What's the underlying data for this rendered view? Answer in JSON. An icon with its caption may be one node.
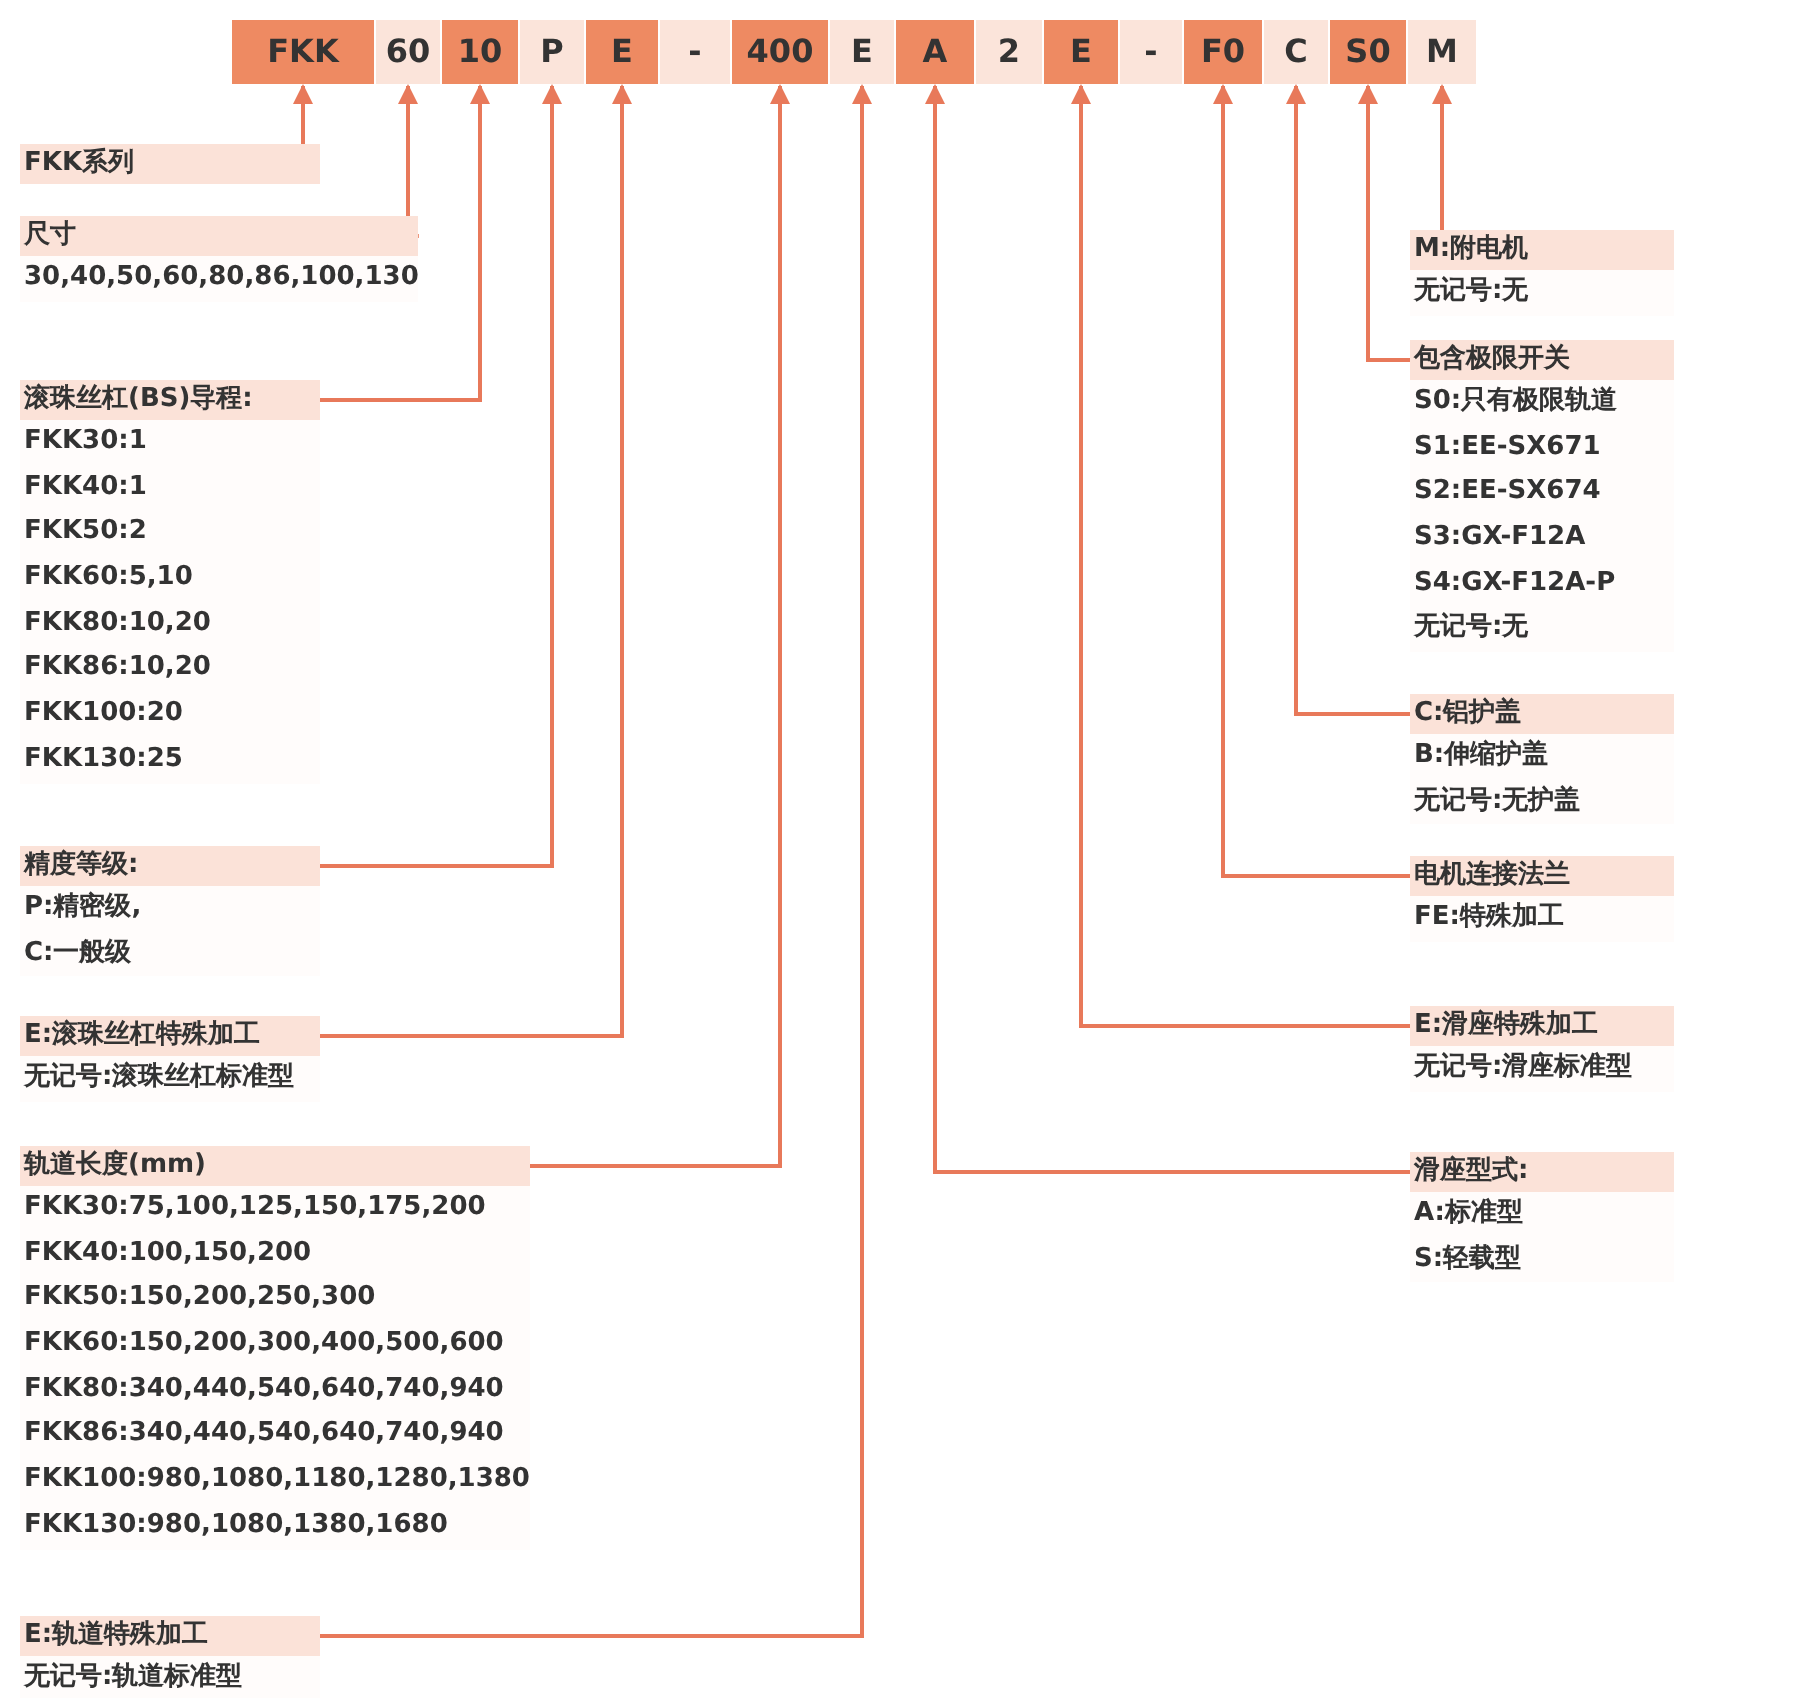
{
  "diagram": {
    "nodes": [
      {
        "text": [
          "FKK"
        ]
      },
      {
        "text": [
          "60"
        ]
      },
      {
        "text": [
          "10"
        ]
      },
      {
        "text": [
          "P"
        ]
      },
      {
        "text": [
          "E"
        ]
      },
      {
        "text": [
          "-"
        ]
      },
      {
        "text": [
          "400"
        ]
      },
      {
        "text": [
          "E"
        ]
      },
      {
        "text": [
          "A"
        ]
      },
      {
        "text": [
          "2"
        ]
      },
      {
        "text": [
          "E"
        ]
      },
      {
        "text": [
          "-"
        ]
      },
      {
        "text": [
          "F0"
        ]
      },
      {
        "text": [
          "C"
        ]
      },
      {
        "text": [
          "S0"
        ]
      },
      {
        "text": [
          "M"
        ]
      },
      {
        "text": [
          "FKK系列"
        ]
      },
      {
        "text": [
          "尺寸",
          "30,40,50,60,80,86,100,130"
        ]
      },
      {
        "text": [
          "滚珠丝杠(BS)导程:",
          "FKK30:1",
          "FKK40:1",
          "FKK50:2",
          "FKK60:5,10",
          "FKK80:10,20",
          "FKK86:10,20",
          "FKK100:20",
          "FKK130:25"
        ]
      },
      {
        "text": [
          "精度等级:",
          "P:精密级,",
          "C:一般级"
        ]
      },
      {
        "text": [
          "E:滚珠丝杠特殊加工",
          "无记号:滚珠丝杠标准型"
        ]
      },
      {
        "text": [
          "轨道长度(mm)",
          "FKK30:75,100,125,150,175,200",
          "FKK40:100,150,200",
          "FKK50:150,200,250,300",
          "FKK60:150,200,300,400,500,600",
          "FKK80:340,440,540,640,740,940",
          "FKK86:340,440,540,640,740,940",
          "FKK100:980,1080,1180,1280,1380",
          "FKK130:980,1080,1380,1680"
        ]
      },
      {
        "text": [
          "E:轨道特殊加工",
          "无记号:轨道标准型"
        ]
      },
      {
        "text": [
          "M:附电机",
          "无记号:无"
        ]
      },
      {
        "text": [
          "包含极限开关",
          "S0:只有极限轨道",
          "S1:EE-SX671",
          "S2:EE-SX674",
          "S3:GX-F12A",
          "S4:GX-F12A-P",
          "无记号:无"
        ]
      },
      {
        "text": [
          "C:铝护盖",
          "B:伸缩护盖",
          "无记号:无护盖"
        ]
      },
      {
        "text": [
          "电机连接法兰",
          "FE:特殊加工"
        ]
      },
      {
        "text": [
          "E:滑座特殊加工",
          "无记号:滑座标准型"
        ]
      },
      {
        "text": [
          "滑座型式:",
          "A:标准型",
          "S:轻载型"
        ]
      }
    ],
    "edges": [
      {
        "from": 16,
        "to": 0,
        "arrow": "to"
      },
      {
        "from": 17,
        "to": 1,
        "arrow": "to"
      },
      {
        "from": 18,
        "to": 2,
        "arrow": "to"
      },
      {
        "from": 19,
        "to": 3,
        "arrow": "to"
      },
      {
        "from": 20,
        "to": 4,
        "arrow": "to"
      },
      {
        "from": 21,
        "to": 6,
        "arrow": "to"
      },
      {
        "from": 22,
        "to": 7,
        "arrow": "to"
      },
      {
        "from": 23,
        "to": 15,
        "arrow": "to"
      },
      {
        "from": 24,
        "to": 14,
        "arrow": "to"
      },
      {
        "from": 25,
        "to": 13,
        "arrow": "to"
      },
      {
        "from": 26,
        "to": 12,
        "arrow": "to"
      },
      {
        "from": 27,
        "to": 10,
        "arrow": "to"
      },
      {
        "from": 28,
        "to": 8,
        "arrow": "to"
      }
    ]
  }
}
